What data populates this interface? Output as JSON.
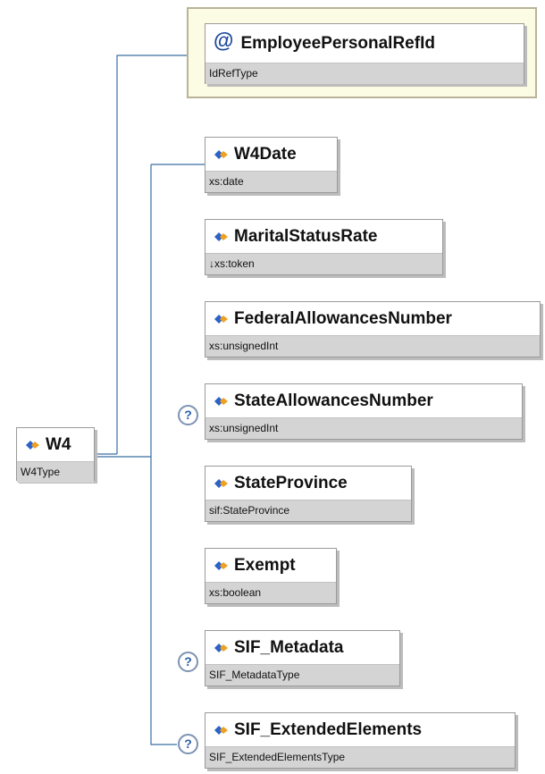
{
  "diagram": {
    "root": {
      "name": "W4",
      "type": "W4Type"
    },
    "attribute": {
      "symbol": "@",
      "name": "EmployeePersonalRefId",
      "type": "IdRefType"
    },
    "elements": [
      {
        "name": "W4Date",
        "type": "xs:date",
        "optional": false
      },
      {
        "name": "MaritalStatusRate",
        "type": "↓xs:token",
        "optional": false
      },
      {
        "name": "FederalAllowancesNumber",
        "type": "xs:unsignedInt",
        "optional": false
      },
      {
        "name": "StateAllowancesNumber",
        "type": "xs:unsignedInt",
        "optional": true
      },
      {
        "name": "StateProvince",
        "type": "sif:StateProvince",
        "optional": false
      },
      {
        "name": "Exempt",
        "type": "xs:boolean",
        "optional": false
      },
      {
        "name": "SIF_Metadata",
        "type": "SIF_MetadataType",
        "optional": true
      },
      {
        "name": "SIF_ExtendedElements",
        "type": "SIF_ExtendedElementsType",
        "optional": true
      }
    ],
    "optional_marker": "?",
    "colors": {
      "connector": "#3a6ea5",
      "icon_blue": "#2a62c8",
      "icon_orange": "#f0a020",
      "type_band": "#d4d4d4"
    }
  }
}
